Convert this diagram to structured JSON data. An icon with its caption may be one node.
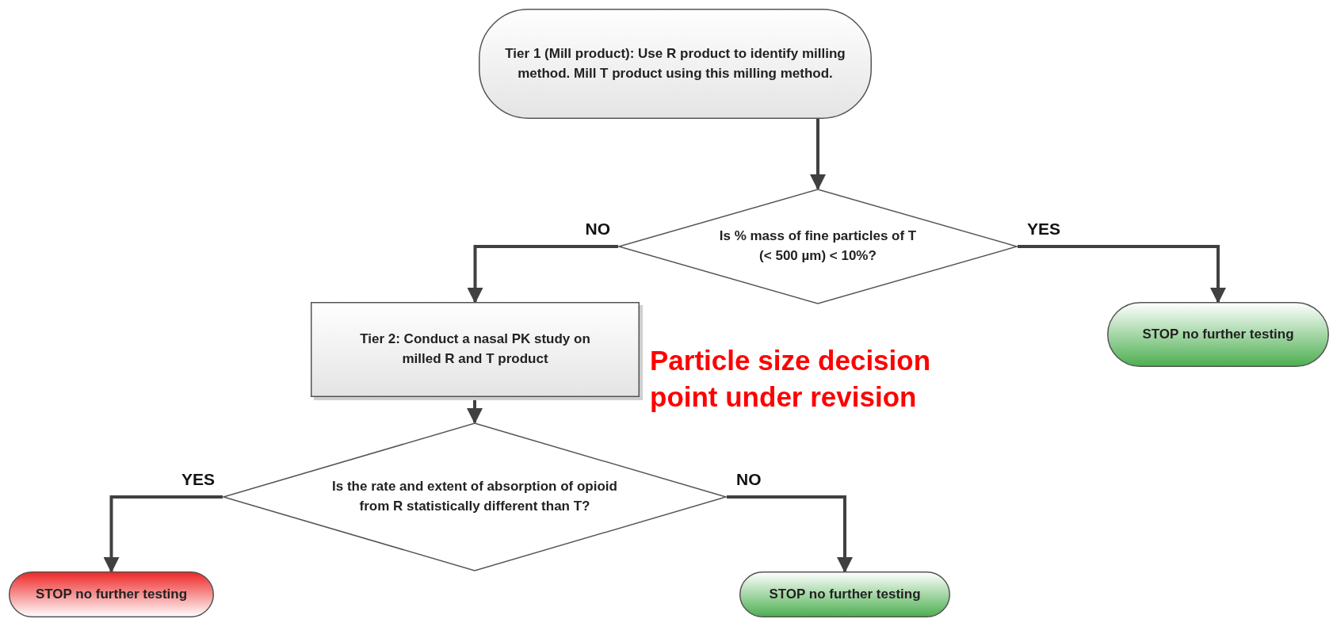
{
  "diagram": {
    "nodes": [
      {
        "text": [
          "Tier 1 (Mill product): Use R product to identify milling method. Mill T product using this milling method."
        ]
      },
      {
        "text": [
          "Is % mass of fine particles of T (< 500 µm) < 10%?"
        ]
      },
      {
        "text": [
          "Tier 2: Conduct a nasal PK study on milled R and T product"
        ]
      },
      {
        "text": [
          "STOP no further testing"
        ]
      },
      {
        "text": [
          "Is the rate and extent of absorption of opioid from R statistically different than T?"
        ]
      },
      {
        "text": [
          "STOP no further testing"
        ]
      },
      {
        "text": [
          "STOP no further testing"
        ]
      }
    ],
    "edges": [
      {
        "from": 0,
        "to": 1,
        "arrow": "to"
      },
      {
        "from": 1,
        "to": 2,
        "arrow": "to",
        "label": "NO"
      },
      {
        "from": 1,
        "to": 3,
        "arrow": "to",
        "label": "YES"
      },
      {
        "from": 2,
        "to": 4,
        "arrow": "to"
      },
      {
        "from": 4,
        "to": 5,
        "arrow": "to",
        "label": "YES"
      },
      {
        "from": 4,
        "to": 6,
        "arrow": "to",
        "label": "NO"
      }
    ],
    "labels": [
      "Particle size decision point under revision"
    ]
  }
}
